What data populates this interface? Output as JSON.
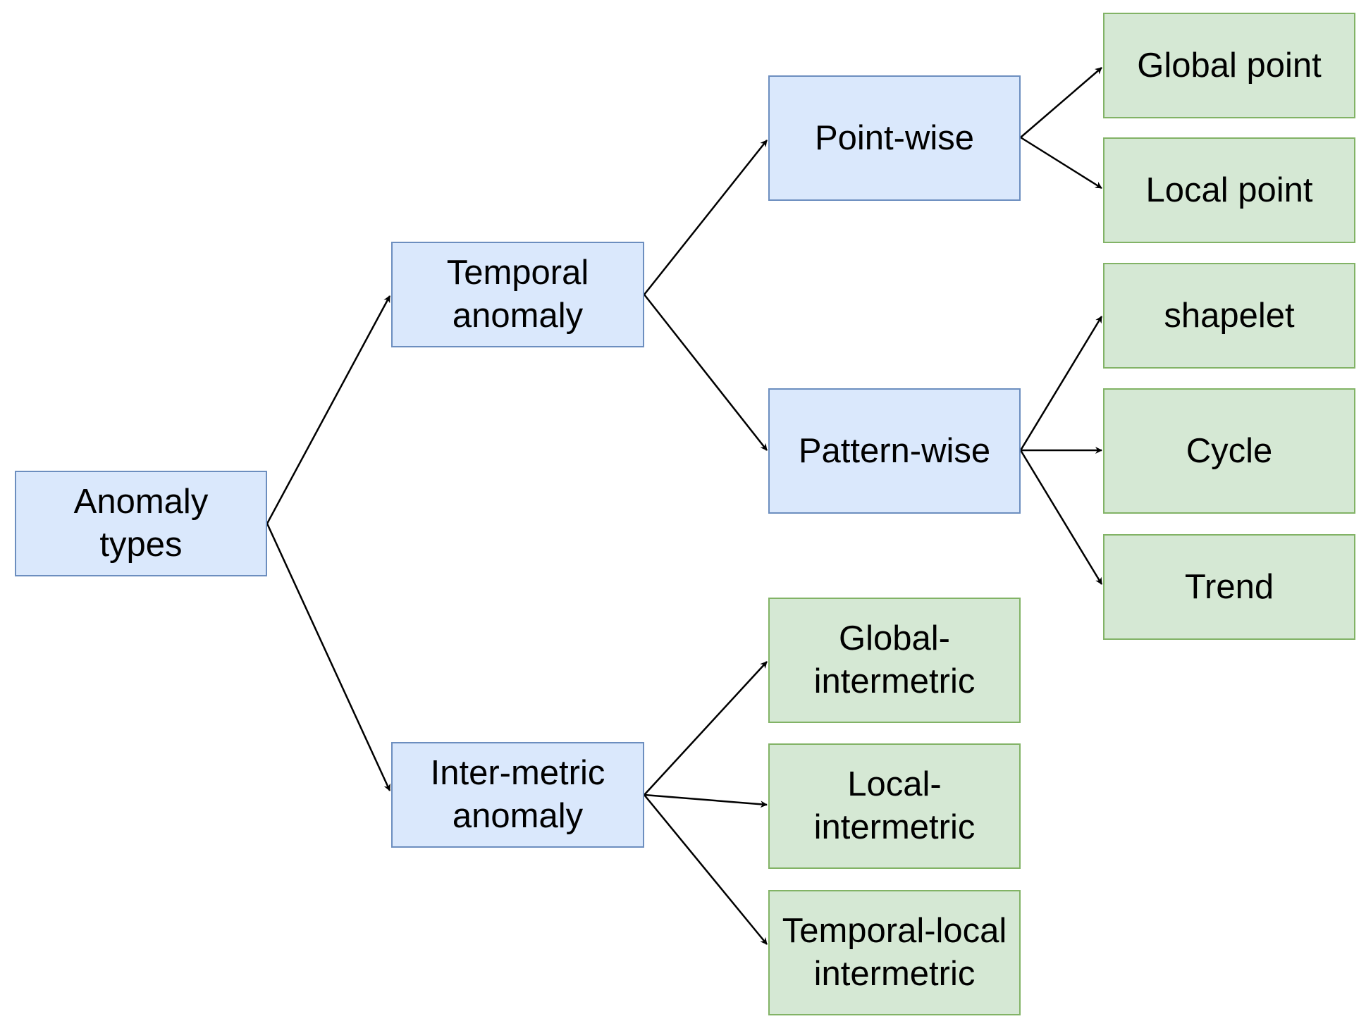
{
  "nodes": {
    "anomaly_types": "Anomaly\ntypes",
    "temporal_anomaly": "Temporal\nanomaly",
    "intermetric_anomaly": "Inter-metric\nanomaly",
    "point_wise": "Point-wise",
    "pattern_wise": "Pattern-wise",
    "global_intermetric": "Global-\nintermetric",
    "local_intermetric": "Local-\nintermetric",
    "temporal_local_intermetric": "Temporal-local\nintermetric",
    "global_point": "Global point",
    "local_point": "Local point",
    "shapelet": "shapelet",
    "cycle": "Cycle",
    "trend": "Trend"
  },
  "colors": {
    "category_fill": "#dae8fc",
    "category_border": "#6c8ebf",
    "leaf_fill": "#d5e8d4",
    "leaf_border": "#82b366",
    "edge": "#000000"
  }
}
